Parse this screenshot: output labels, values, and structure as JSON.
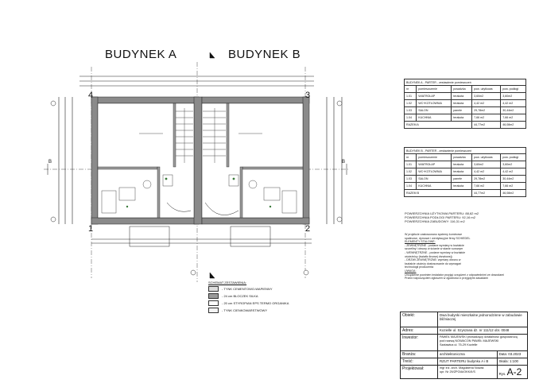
{
  "titles": {
    "building_a": "BUDYNEK A",
    "building_b": "BUDYNEK B"
  },
  "axes": {
    "a4": "4",
    "b3": "3",
    "a1": "1",
    "b2": "2",
    "left_b": "B",
    "right_b": "B"
  },
  "table_a": {
    "caption": "BUDYNEK A - PARTER - zestawienie pomieszczeń",
    "headers": [
      "nr",
      "pomieszczenie",
      "posadzka",
      "pow. użytkowa",
      "pow. podłogi"
    ],
    "rows": [
      [
        "1.01",
        "WIATROŁAP",
        "terakota",
        "3,60m2",
        "3,60m2"
      ],
      [
        "1.02",
        "WC+KOTŁOWNIA",
        "terakota",
        "4,42 m2",
        "4,42 m2"
      ],
      [
        "1.03",
        "SALON",
        "panele",
        "29,78m2",
        "30,44m2"
      ],
      [
        "1.04",
        "KUCHNIA",
        "terakota",
        "7,66 m2",
        "7,66 m2"
      ]
    ],
    "total": [
      "RAZEM A",
      "44,77m2",
      "46,08m2"
    ]
  },
  "table_b": {
    "caption": "BUDYNEK B - PARTER - zestawienie pomieszczeń",
    "headers": [
      "nr",
      "pomieszczenie",
      "posadzka",
      "pow. użytkowa",
      "pow. podłogi"
    ],
    "rows": [
      [
        "1.01",
        "WIATROŁAP",
        "terakota",
        "3,60m2",
        "3,60m2"
      ],
      [
        "1.02",
        "WC+KOTŁOWNIA",
        "terakota",
        "4,42 m2",
        "4,42 m2"
      ],
      [
        "1.03",
        "SALON",
        "panele",
        "29,78m2",
        "30,44m2"
      ],
      [
        "1.04",
        "KUCHNIA",
        "terakota",
        "7,66 m2",
        "7,66 m2"
      ]
    ],
    "total": [
      "RAZEM B",
      "44,77m2",
      "46,08m2"
    ]
  },
  "areas": [
    "POWIERZCHNIA UŻYTKOWA PARTERU: 88,62 m2",
    "POWIERZCHNIA PODŁOGI PARTERU: 92,16 m2",
    "POWIERZCHNIA ZABUDOWY: 116,31 m2"
  ],
  "notes": [
    "W projekcie zastosowano systemy kominowe",
    "spalinowe, dymowe i wentylacyjne firmy SCHIEDEL",
    "",
    "ELEMENTY STALOWE:",
    "",
    "- ZEWNĘTRZNE - podane wymiary w kształcie",
    "szczeliny i otwory w ścianie w stanie surowym",
    "",
    "- WEWNĘTRZNE - podane wymiary w kształcie",
    "ościeżnicy (światło linowej drzwiowej)",
    "",
    "- DRZWI ZEWNĘTRZNE: wymiary otworu w",
    "kształcie ościeży dostosowanie do wymagań",
    "technologii producenta",
    "",
    "UWAGA:",
    "Urządzenie powinien instalator przyjąć urządzeń z odpowiednimi ze dowodami",
    "Przed rozpoczęciem zgłoszeń w zgodności z przyjętymi zasadami"
  ],
  "legend": {
    "title": "SCHEMAT ZESTAWIENIA:",
    "items": [
      "- TYNK CEMENTOWO-WAPIENNY",
      "- 24 cm BLOCZEK SILKA",
      "- 20 cm STYROPIAN EPS TERMO ORGANIKA",
      "- TYNK CIENKOWARSTWOWY"
    ]
  },
  "title_block": {
    "obiekt_label": "Obiekt:",
    "obiekt": "Dwa budynki mieszkalne jednorodzinne w zabudowie bliźniaczej",
    "adres_label": "Adres:",
    "adres": "Kozielle ul. Szyszana dz. nr 111/12 obr. 0048",
    "inwestor_label": "Inwestor:",
    "inwestor_lines": [
      "PAWEŁ MAJEWSKI prowadzący działalność gospodarczą",
      "pod nazwą NOWACON PAWEŁ MAJEWSKI",
      "Szatawica ul. 75-29 Kozielle"
    ],
    "branza_label": "Branża:",
    "branza": "architektoniczna",
    "data": "Data: 03.2023",
    "tresc_label": "Treść:",
    "tresc": "RZUT PARTERU budynku A i B",
    "skala": "Skala: 1:100",
    "projektant_label": "Projektował:",
    "projektant_lines": [
      "mgr inż. arch. Magdalena Nowak",
      "upr. Nr 29/ZPOIA/OKK/II/S"
    ],
    "rys_label": "Rys.",
    "rys": "A-2"
  },
  "colors": {
    "line": "#222222",
    "wall": "#7a7a7a",
    "green": "#3a7a3a"
  }
}
